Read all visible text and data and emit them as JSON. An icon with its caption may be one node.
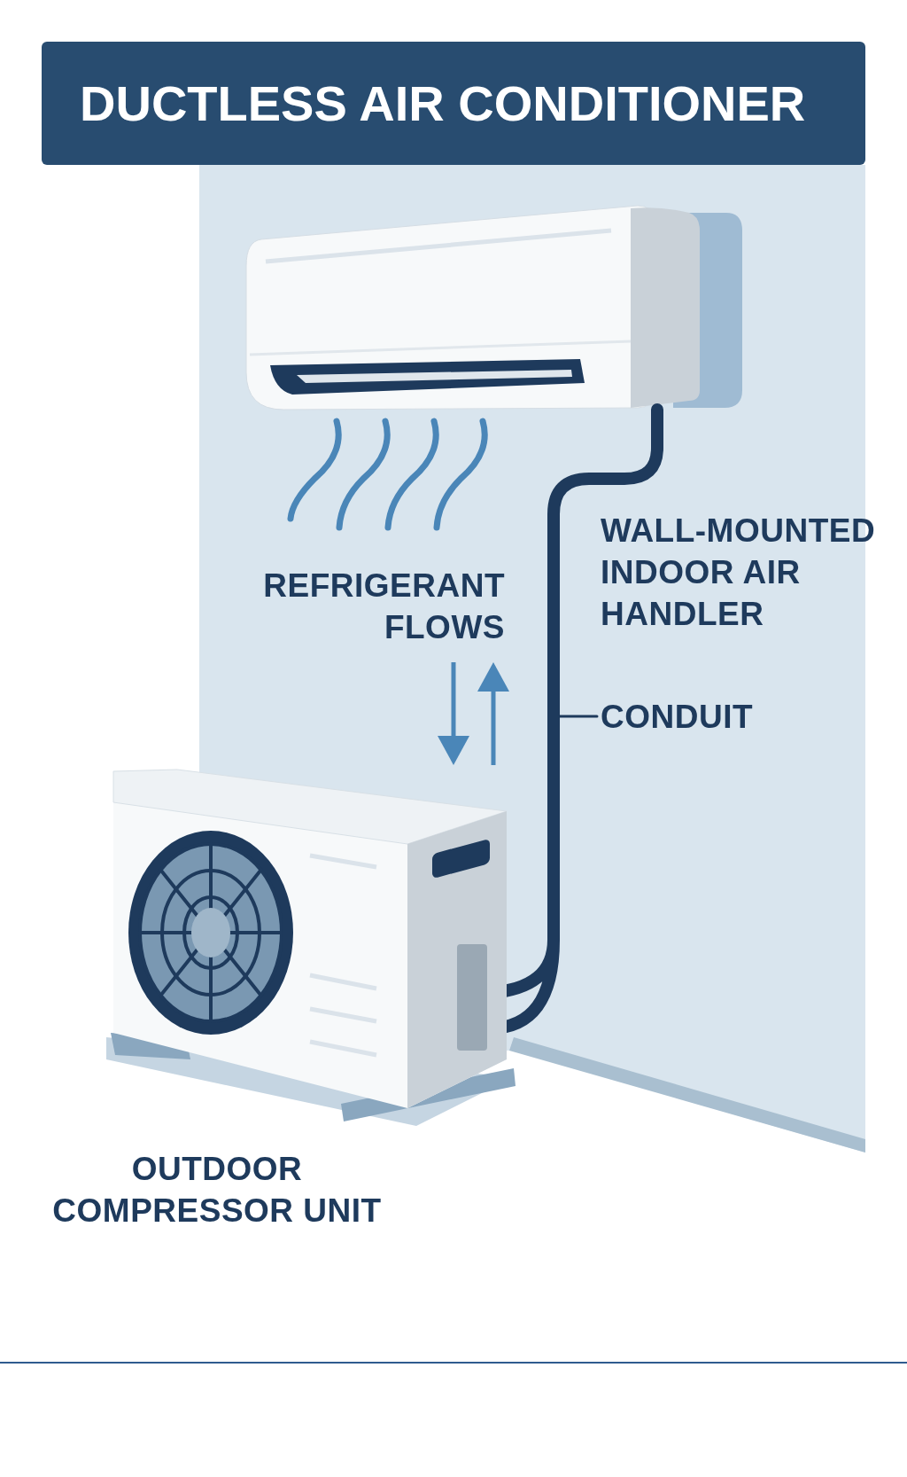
{
  "diagram": {
    "title": "DUCTLESS AIR CONDITIONER",
    "nodes": [
      {
        "text": [],
        "shape": "picture"
      },
      {
        "text": [],
        "shape": "picture"
      },
      {
        "text": [
          "CONDUIT"
        ]
      }
    ],
    "edges": [
      {
        "from": 0,
        "to": 1,
        "arrow": "none",
        "style": "thick"
      },
      {
        "from": 2,
        "to": null,
        "arrow": "none"
      }
    ],
    "labels": [
      "WALL-MOUNTED INDOOR AIR HANDLER",
      "REFRIGERANT FLOWS",
      "OUTDOOR COMPRESSOR UNIT"
    ]
  }
}
